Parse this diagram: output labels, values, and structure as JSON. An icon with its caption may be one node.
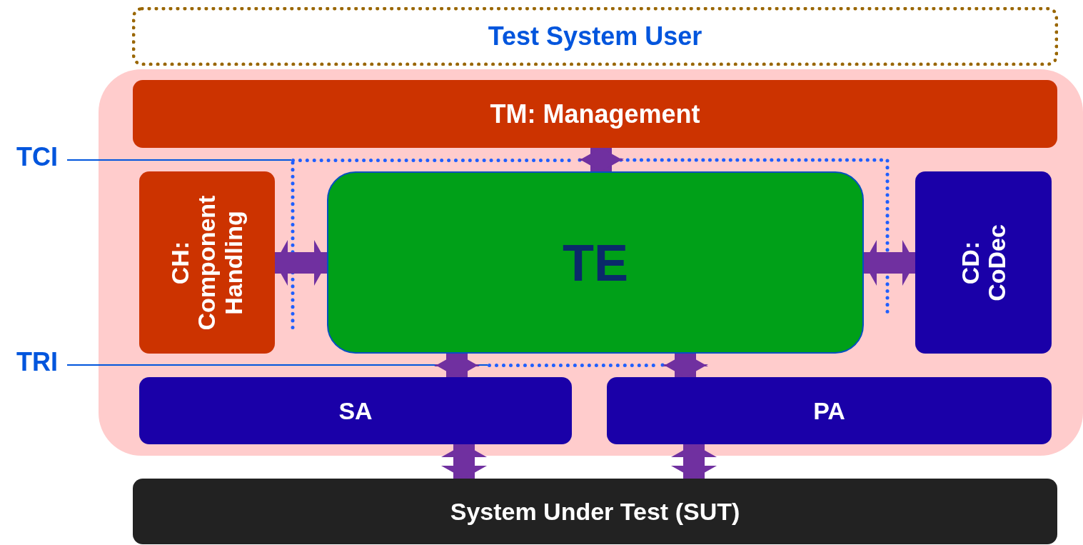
{
  "diagram": {
    "nodes": [
      {
        "text": [
          "Test System User"
        ]
      },
      {
        "text": [],
        "shape": "box"
      },
      {
        "text": [
          "TM: Management"
        ],
        "in": 1
      },
      {
        "text": [
          "CH: Component Handling"
        ],
        "in": 1
      },
      {
        "text": [
          "TE"
        ],
        "in": 1
      },
      {
        "text": [
          "CD: CoDec"
        ],
        "in": 1
      },
      {
        "text": [
          "SA"
        ],
        "in": 1
      },
      {
        "text": [
          "PA"
        ],
        "in": 1
      },
      {
        "text": [
          "System Under Test (SUT)"
        ]
      },
      {
        "text": [
          "TCI"
        ]
      },
      {
        "text": [
          "TRI"
        ]
      },
      {
        "text": [],
        "shape": "line",
        "in": 1
      },
      {
        "text": [],
        "shape": "line",
        "in": 1
      }
    ],
    "edges": [
      {
        "from": 2,
        "to": 4,
        "arrow": "both"
      },
      {
        "from": 3,
        "to": 4,
        "arrow": "both"
      },
      {
        "from": 4,
        "to": 5,
        "arrow": "both"
      },
      {
        "from": 4,
        "to": 6,
        "arrow": "both"
      },
      {
        "from": 4,
        "to": 7,
        "arrow": "both"
      },
      {
        "from": 6,
        "to": 8,
        "arrow": "both"
      },
      {
        "from": 7,
        "to": 8,
        "arrow": "both"
      },
      {
        "from": 9,
        "to": 11,
        "arrow": "none",
        "color": "#0055dd"
      },
      {
        "from": 10,
        "to": 12,
        "arrow": "none",
        "color": "#0055dd"
      }
    ]
  }
}
